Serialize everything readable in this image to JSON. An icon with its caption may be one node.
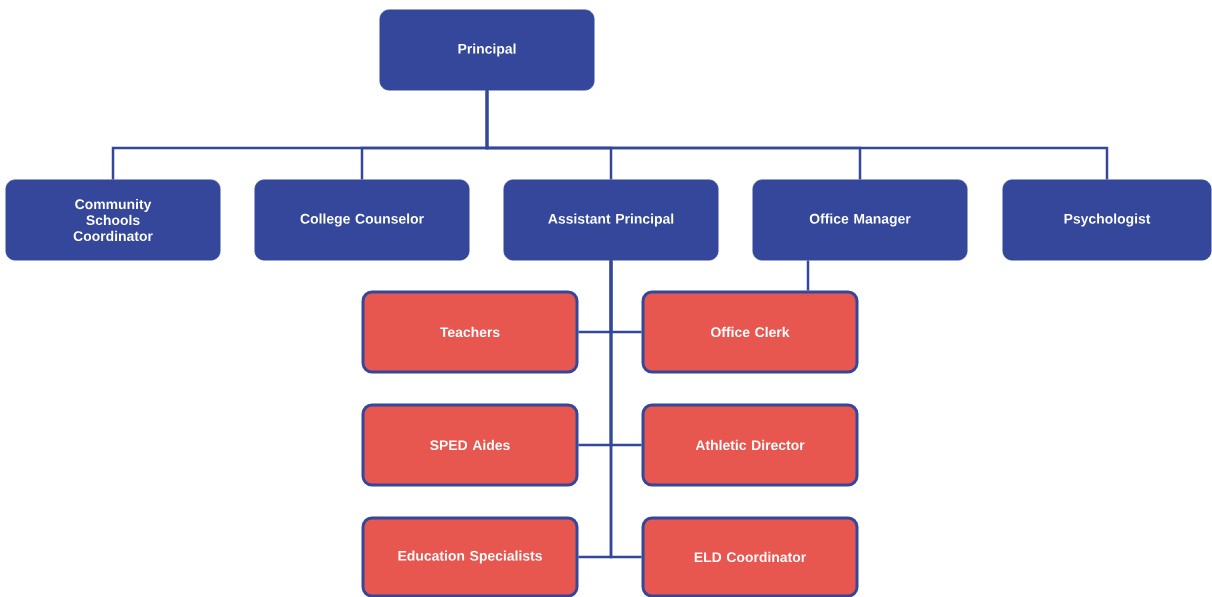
{
  "diagram": {
    "nodes": [
      {
        "text": [
          "Principal"
        ]
      },
      {
        "text": [
          "Community Schools Coordinator"
        ]
      },
      {
        "text": [
          "College Counselor"
        ]
      },
      {
        "text": [
          "Assistant Principal"
        ]
      },
      {
        "text": [
          "Office Manager"
        ]
      },
      {
        "text": [
          "Psychologist"
        ]
      },
      {
        "text": [
          "Teachers"
        ]
      },
      {
        "text": [
          "Office Clerk"
        ]
      },
      {
        "text": [
          "SPED Aides"
        ]
      },
      {
        "text": [
          "Athletic Director"
        ]
      },
      {
        "text": [
          "Education Specialists"
        ]
      },
      {
        "text": [
          "ELD Coordinator"
        ]
      }
    ],
    "edges": [
      {
        "from": 0,
        "to": 1,
        "arrow": "none"
      },
      {
        "from": 0,
        "to": 2,
        "arrow": "none"
      },
      {
        "from": 0,
        "to": 3,
        "arrow": "none"
      },
      {
        "from": 0,
        "to": 4,
        "arrow": "none"
      },
      {
        "from": 0,
        "to": 5,
        "arrow": "none"
      },
      {
        "from": 3,
        "to": 6,
        "arrow": "none"
      },
      {
        "from": 3,
        "to": 7,
        "arrow": "none"
      },
      {
        "from": 3,
        "to": 8,
        "arrow": "none"
      },
      {
        "from": 3,
        "to": 9,
        "arrow": "none"
      },
      {
        "from": 3,
        "to": 10,
        "arrow": "none"
      },
      {
        "from": 3,
        "to": 11,
        "arrow": "none"
      },
      {
        "from": 4,
        "to": 7,
        "arrow": "none"
      }
    ]
  }
}
